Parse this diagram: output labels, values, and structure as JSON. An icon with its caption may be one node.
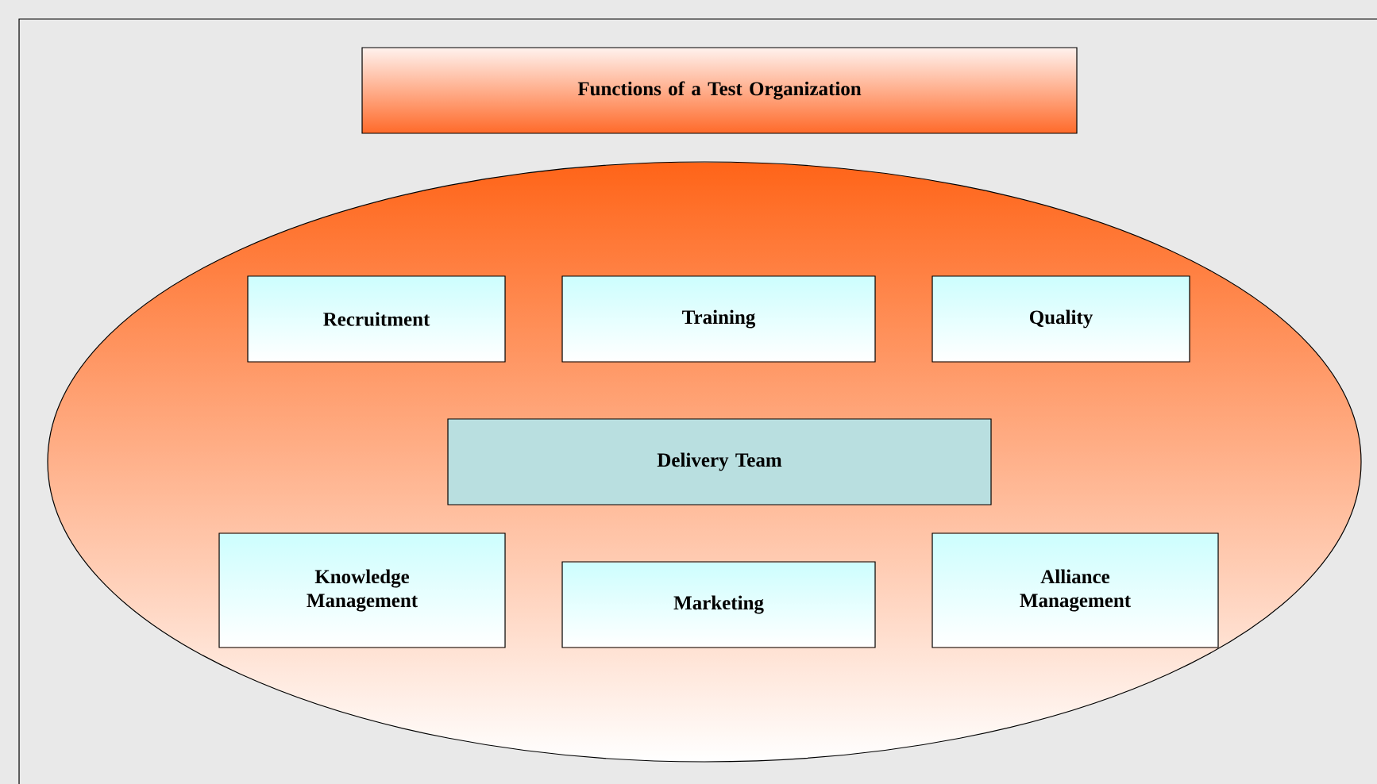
{
  "diagram": {
    "nodes": [
      {
        "text": [
          "Functions of a Test Organization"
        ]
      },
      {
        "text": [],
        "shape": "ellipse"
      },
      {
        "text": [
          "Recruitment"
        ],
        "in": 1
      },
      {
        "text": [
          "Training"
        ],
        "in": 1
      },
      {
        "text": [
          "Quality"
        ],
        "in": 1
      },
      {
        "text": [
          "Delivery Team"
        ],
        "in": 1
      },
      {
        "text": [
          "Knowledge Management"
        ],
        "in": 1
      },
      {
        "text": [
          "Marketing"
        ],
        "in": 1
      },
      {
        "text": [
          "Alliance Management"
        ],
        "in": 1
      }
    ]
  }
}
